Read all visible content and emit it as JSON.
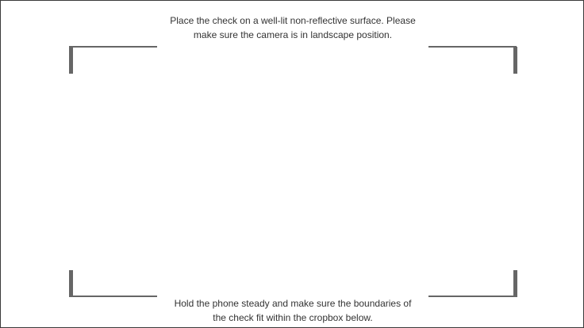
{
  "instructions": {
    "top_line1": "Place the check on a well-lit non-reflective surface. Please",
    "top_line2": "make sure the camera is in landscape position.",
    "bottom_line1": "Hold the phone steady and make sure the boundaries of",
    "bottom_line2": "the check fit within the cropbox below."
  },
  "colors": {
    "bracket": "#666666",
    "text": "#333333",
    "background": "#ffffff"
  }
}
